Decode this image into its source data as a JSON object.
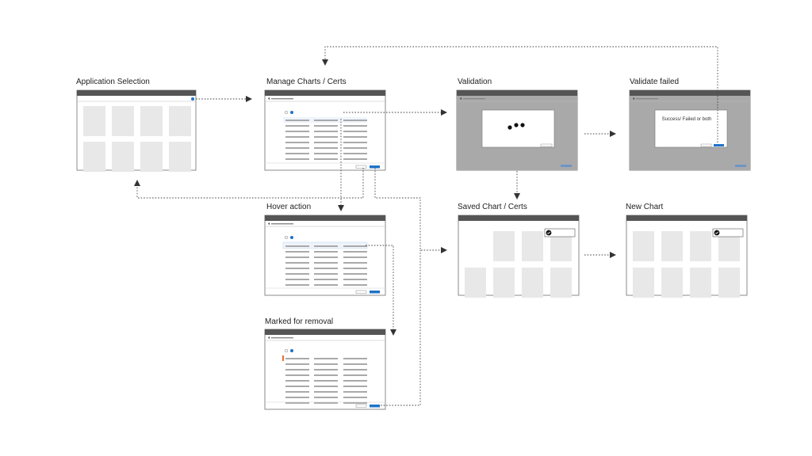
{
  "screens": {
    "application_selection": {
      "title": "Application Selection"
    },
    "manage_charts": {
      "title": "Manage Charts / Certs"
    },
    "validation": {
      "title": "Validation"
    },
    "validate_failed": {
      "title": "Validate failed",
      "dialog_message": "Success/ Failed or both"
    },
    "hover_action": {
      "title": "Hover action"
    },
    "marked_for_removal": {
      "title": "Marked for removal"
    },
    "saved_chart": {
      "title": "Saved Chart / Certs"
    },
    "new_chart": {
      "title": "New Chart"
    }
  },
  "colors": {
    "titlebar": "#555555",
    "tile": "#e8e8e8",
    "row": "#a9a9a9",
    "accent_blue": "#1e73c8",
    "removal_marker": "#e8712c",
    "overlay": "#a9a9a9"
  },
  "icons": {
    "back": "chevron-left-icon",
    "radio": "radio-icon",
    "check": "check-circle-icon",
    "arrow": "arrow-head-icon"
  }
}
